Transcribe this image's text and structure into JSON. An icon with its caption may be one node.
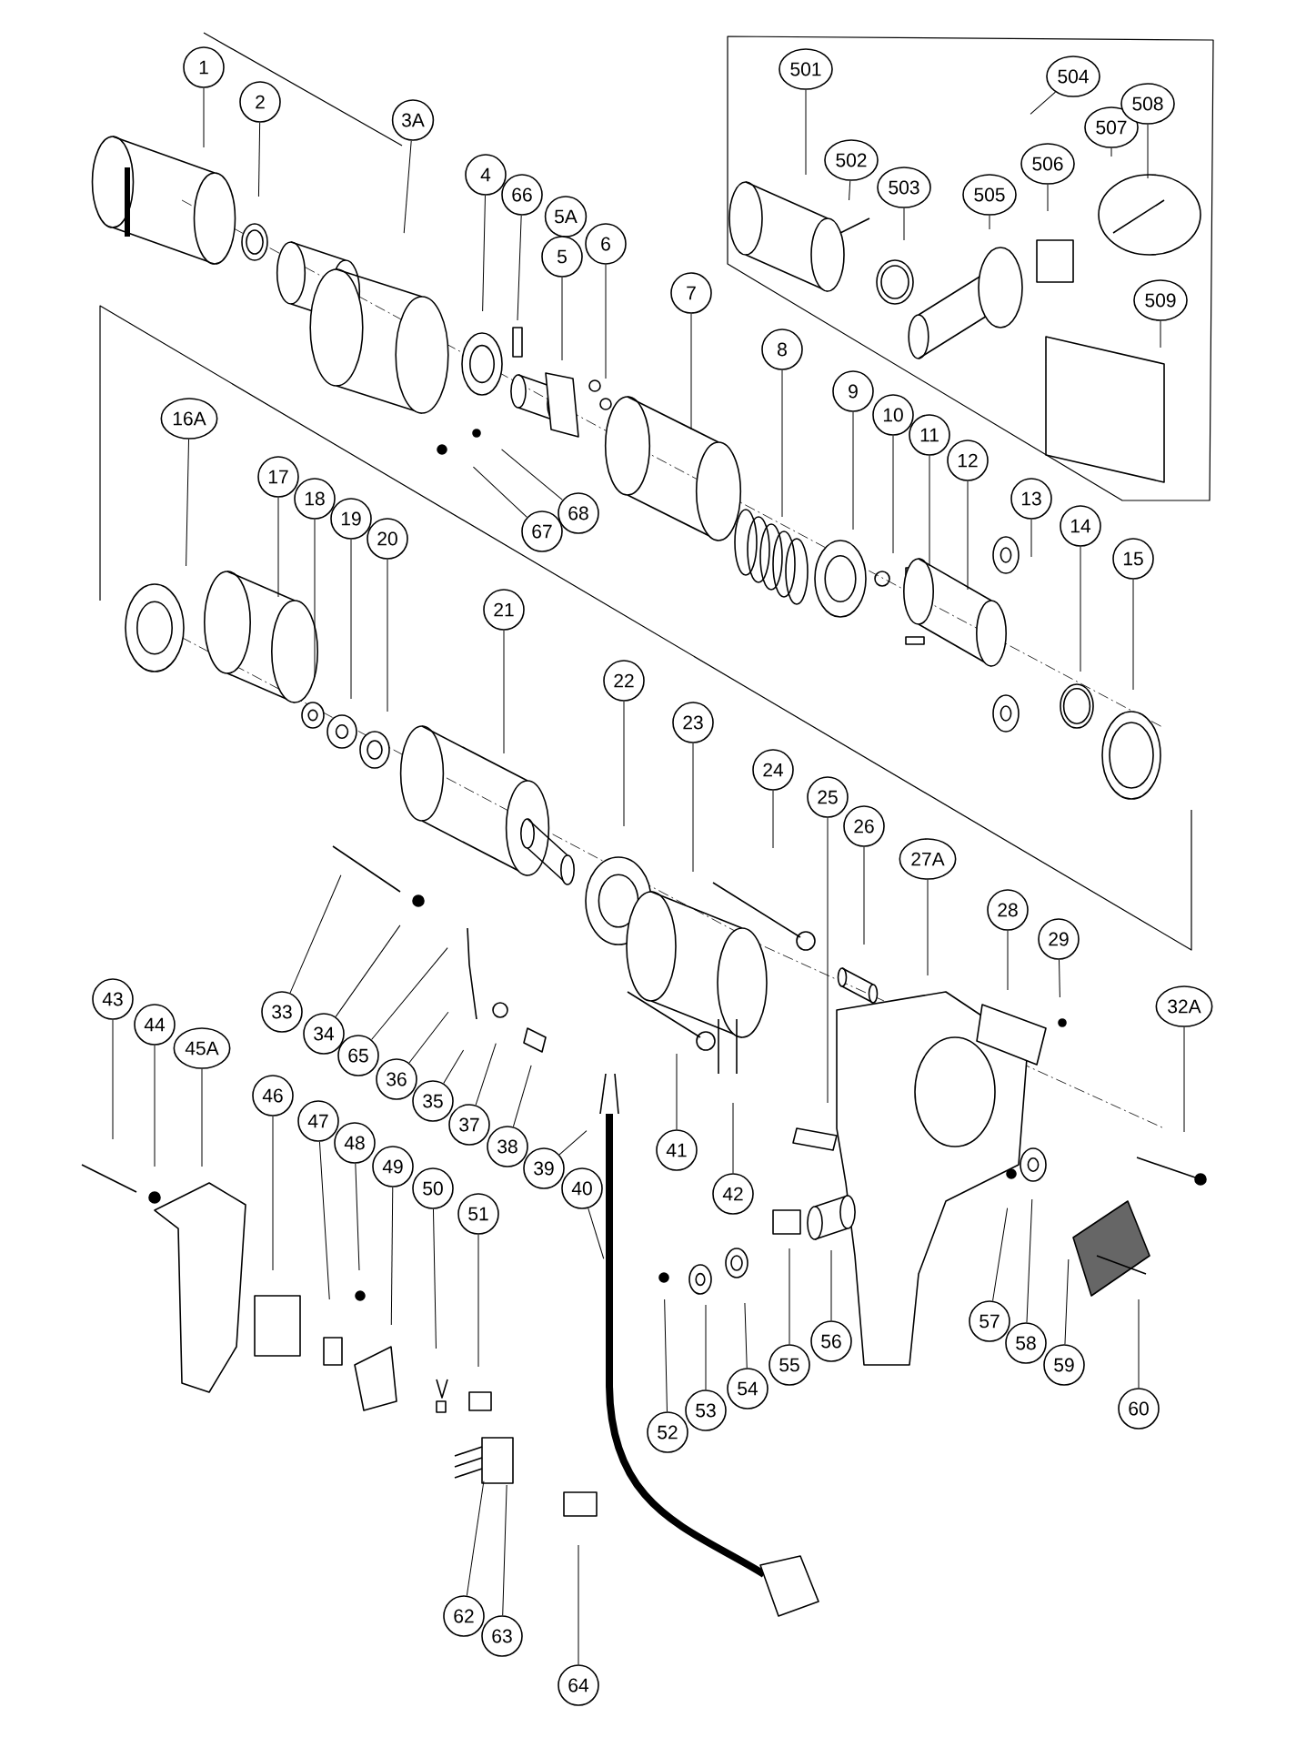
{
  "diagram": {
    "nodes": [
      {
        "text": [
          "1"
        ]
      },
      {
        "text": [
          "2"
        ]
      },
      {
        "text": [
          "3A"
        ]
      },
      {
        "text": [
          "4"
        ]
      },
      {
        "text": [
          "66"
        ]
      },
      {
        "text": [
          "5A"
        ]
      },
      {
        "text": [
          "5"
        ]
      },
      {
        "text": [
          "6"
        ]
      },
      {
        "text": [
          "7"
        ]
      },
      {
        "text": [
          "501"
        ]
      },
      {
        "text": [
          "502"
        ]
      },
      {
        "text": [
          "503"
        ]
      },
      {
        "text": [
          "504"
        ]
      },
      {
        "text": [
          "505"
        ]
      },
      {
        "text": [
          "506"
        ]
      },
      {
        "text": [
          "507"
        ]
      },
      {
        "text": [
          "508"
        ]
      },
      {
        "text": [
          "509"
        ]
      },
      {
        "text": [
          "8"
        ]
      },
      {
        "text": [
          "9"
        ]
      },
      {
        "text": [
          "10"
        ]
      },
      {
        "text": [
          "11"
        ]
      },
      {
        "text": [
          "12"
        ]
      },
      {
        "text": [
          "13"
        ]
      },
      {
        "text": [
          "14"
        ]
      },
      {
        "text": [
          "15"
        ]
      },
      {
        "text": [
          "16A"
        ]
      },
      {
        "text": [
          "17"
        ]
      },
      {
        "text": [
          "18"
        ]
      },
      {
        "text": [
          "19"
        ]
      },
      {
        "text": [
          "20"
        ]
      },
      {
        "text": [
          "67"
        ]
      },
      {
        "text": [
          "68"
        ]
      },
      {
        "text": [
          "21"
        ]
      },
      {
        "text": [
          "22"
        ]
      },
      {
        "text": [
          "23"
        ]
      },
      {
        "text": [
          "24"
        ]
      },
      {
        "text": [
          "25"
        ]
      },
      {
        "text": [
          "26"
        ]
      },
      {
        "text": [
          "27A"
        ]
      },
      {
        "text": [
          "28"
        ]
      },
      {
        "text": [
          "29"
        ]
      },
      {
        "text": [
          "32A"
        ]
      },
      {
        "text": [
          "33"
        ]
      },
      {
        "text": [
          "34"
        ]
      },
      {
        "text": [
          "65"
        ]
      },
      {
        "text": [
          "36"
        ]
      },
      {
        "text": [
          "35"
        ]
      },
      {
        "text": [
          "37"
        ]
      },
      {
        "text": [
          "38"
        ]
      },
      {
        "text": [
          "39"
        ]
      },
      {
        "text": [
          "40"
        ]
      },
      {
        "text": [
          "41"
        ]
      },
      {
        "text": [
          "42"
        ]
      },
      {
        "text": [
          "43"
        ]
      },
      {
        "text": [
          "44"
        ]
      },
      {
        "text": [
          "45A"
        ]
      },
      {
        "text": [
          "46"
        ]
      },
      {
        "text": [
          "47"
        ]
      },
      {
        "text": [
          "48"
        ]
      },
      {
        "text": [
          "49"
        ]
      },
      {
        "text": [
          "50"
        ]
      },
      {
        "text": [
          "51"
        ]
      },
      {
        "text": [
          "52"
        ]
      },
      {
        "text": [
          "53"
        ]
      },
      {
        "text": [
          "54"
        ]
      },
      {
        "text": [
          "55"
        ]
      },
      {
        "text": [
          "56"
        ]
      },
      {
        "text": [
          "57"
        ]
      },
      {
        "text": [
          "58"
        ]
      },
      {
        "text": [
          "59"
        ]
      },
      {
        "text": [
          "60"
        ]
      },
      {
        "text": [
          "62"
        ]
      },
      {
        "text": [
          "63"
        ]
      },
      {
        "text": [
          "64"
        ]
      }
    ],
    "edges": [
      {
        "from": 0,
        "to": null,
        "arrow": "none"
      },
      {
        "from": 1,
        "to": null,
        "arrow": "none"
      },
      {
        "from": 2,
        "to": null,
        "arrow": "none"
      },
      {
        "from": 3,
        "to": null,
        "arrow": "none"
      },
      {
        "from": 4,
        "to": null,
        "arrow": "none"
      },
      {
        "from": 6,
        "to": null,
        "arrow": "none"
      },
      {
        "from": 7,
        "to": null,
        "arrow": "none"
      },
      {
        "from": 8,
        "to": null,
        "arrow": "none"
      },
      {
        "from": 9,
        "to": null,
        "arrow": "none"
      },
      {
        "from": 10,
        "to": null,
        "arrow": "none"
      },
      {
        "from": 11,
        "to": null,
        "arrow": "none"
      },
      {
        "from": 12,
        "to": null,
        "arrow": "none"
      },
      {
        "from": 13,
        "to": null,
        "arrow": "none"
      },
      {
        "from": 14,
        "to": null,
        "arrow": "none"
      },
      {
        "from": 15,
        "to": null,
        "arrow": "none"
      },
      {
        "from": 16,
        "to": null,
        "arrow": "none"
      },
      {
        "from": 17,
        "to": null,
        "arrow": "none"
      },
      {
        "from": 18,
        "to": null,
        "arrow": "none"
      },
      {
        "from": 19,
        "to": null,
        "arrow": "none"
      },
      {
        "from": 20,
        "to": null,
        "arrow": "none"
      },
      {
        "from": 21,
        "to": null,
        "arrow": "none"
      },
      {
        "from": 22,
        "to": null,
        "arrow": "none"
      },
      {
        "from": 23,
        "to": null,
        "arrow": "none"
      },
      {
        "from": 24,
        "to": null,
        "arrow": "none"
      },
      {
        "from": 25,
        "to": null,
        "arrow": "none"
      },
      {
        "from": 26,
        "to": null,
        "arrow": "none"
      },
      {
        "from": 27,
        "to": null,
        "arrow": "none"
      },
      {
        "from": 28,
        "to": null,
        "arrow": "none"
      },
      {
        "from": 29,
        "to": null,
        "arrow": "none"
      },
      {
        "from": 30,
        "to": null,
        "arrow": "none"
      },
      {
        "from": 31,
        "to": null,
        "arrow": "none"
      },
      {
        "from": 32,
        "to": null,
        "arrow": "none"
      },
      {
        "from": 33,
        "to": null,
        "arrow": "none"
      },
      {
        "from": 34,
        "to": null,
        "arrow": "none"
      },
      {
        "from": 35,
        "to": null,
        "arrow": "none"
      },
      {
        "from": 36,
        "to": null,
        "arrow": "none"
      },
      {
        "from": 37,
        "to": null,
        "arrow": "none"
      },
      {
        "from": 38,
        "to": null,
        "arrow": "none"
      },
      {
        "from": 39,
        "to": null,
        "arrow": "none"
      },
      {
        "from": 40,
        "to": null,
        "arrow": "none"
      },
      {
        "from": 41,
        "to": null,
        "arrow": "none"
      },
      {
        "from": 42,
        "to": null,
        "arrow": "none"
      },
      {
        "from": 43,
        "to": null,
        "arrow": "none"
      },
      {
        "from": 44,
        "to": null,
        "arrow": "none"
      },
      {
        "from": 45,
        "to": null,
        "arrow": "none"
      },
      {
        "from": 46,
        "to": null,
        "arrow": "none"
      },
      {
        "from": 47,
        "to": null,
        "arrow": "none"
      },
      {
        "from": 48,
        "to": null,
        "arrow": "none"
      },
      {
        "from": 49,
        "to": null,
        "arrow": "none"
      },
      {
        "from": 50,
        "to": null,
        "arrow": "none"
      },
      {
        "from": 51,
        "to": null,
        "arrow": "none"
      },
      {
        "from": 52,
        "to": null,
        "arrow": "none"
      },
      {
        "from": 53,
        "to": null,
        "arrow": "none"
      },
      {
        "from": 54,
        "to": null,
        "arrow": "none"
      },
      {
        "from": 55,
        "to": null,
        "arrow": "none"
      },
      {
        "from": 56,
        "to": null,
        "arrow": "none"
      },
      {
        "from": 57,
        "to": null,
        "arrow": "none"
      },
      {
        "from": 58,
        "to": null,
        "arrow": "none"
      },
      {
        "from": 59,
        "to": null,
        "arrow": "none"
      },
      {
        "from": 60,
        "to": null,
        "arrow": "none"
      },
      {
        "from": 61,
        "to": null,
        "arrow": "none"
      },
      {
        "from": 62,
        "to": null,
        "arrow": "none"
      },
      {
        "from": 63,
        "to": null,
        "arrow": "none"
      },
      {
        "from": 64,
        "to": null,
        "arrow": "none"
      },
      {
        "from": 65,
        "to": null,
        "arrow": "none"
      },
      {
        "from": 66,
        "to": null,
        "arrow": "none"
      },
      {
        "from": 67,
        "to": null,
        "arrow": "none"
      },
      {
        "from": 68,
        "to": null,
        "arrow": "none"
      },
      {
        "from": 69,
        "to": null,
        "arrow": "none"
      },
      {
        "from": 70,
        "to": null,
        "arrow": "none"
      },
      {
        "from": 71,
        "to": null,
        "arrow": "none"
      },
      {
        "from": 72,
        "to": null,
        "arrow": "none"
      },
      {
        "from": 73,
        "to": null,
        "arrow": "none"
      },
      {
        "from": 74,
        "to": null,
        "arrow": "none"
      }
    ]
  }
}
